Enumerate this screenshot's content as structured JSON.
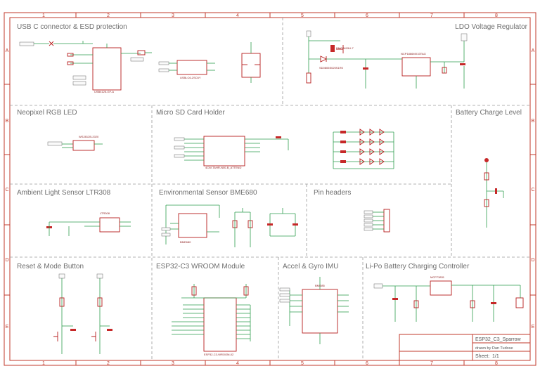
{
  "frame": {
    "columns": [
      "1",
      "2",
      "3",
      "4",
      "5",
      "6",
      "7",
      "8"
    ],
    "rows": [
      "A",
      "B",
      "C",
      "D",
      "E"
    ]
  },
  "sections": {
    "usb": "USB C connector & ESD protection",
    "ldo": "LDO Voltage Regulator",
    "neopixel": "Neopixel RGB LED",
    "sd": "Micro SD Card Holder",
    "battery_level": "Battery Charge Level",
    "ltr": "Ambient Light Sensor LTR308",
    "bme": "Environmental Sensor BME680",
    "pins": "Pin headers",
    "reset": "Reset & Mode Button",
    "esp": "ESP32-C3 WROOM Module",
    "imu": "Accel & Gyro IMU",
    "lipo": "Li-Po Battery Charging Controller"
  },
  "parts": {
    "usb_conn": "USB4125-GF-A",
    "esd": "USBLC6-2SC6Y",
    "ldo_ic": "NCP1866MX33TAG",
    "diode": "SD0805S020S1R0",
    "pmos": "DMG3415U-7",
    "neopixel": "WS2812B-2020",
    "sd_holder": "4CW-TAHR-N00-B_ATTEND",
    "bme": "BME680",
    "ltr": "LTR308",
    "esp": "ESP32-C3-WROOM-02",
    "imu": "BMI085",
    "lipo_ic": "MCP73831"
  },
  "title_block": {
    "title": "ESP32_C3_Sparrow",
    "author": "drawn by Dan Tudose",
    "sheet_label": "Sheet:",
    "sheet": "1/1"
  }
}
